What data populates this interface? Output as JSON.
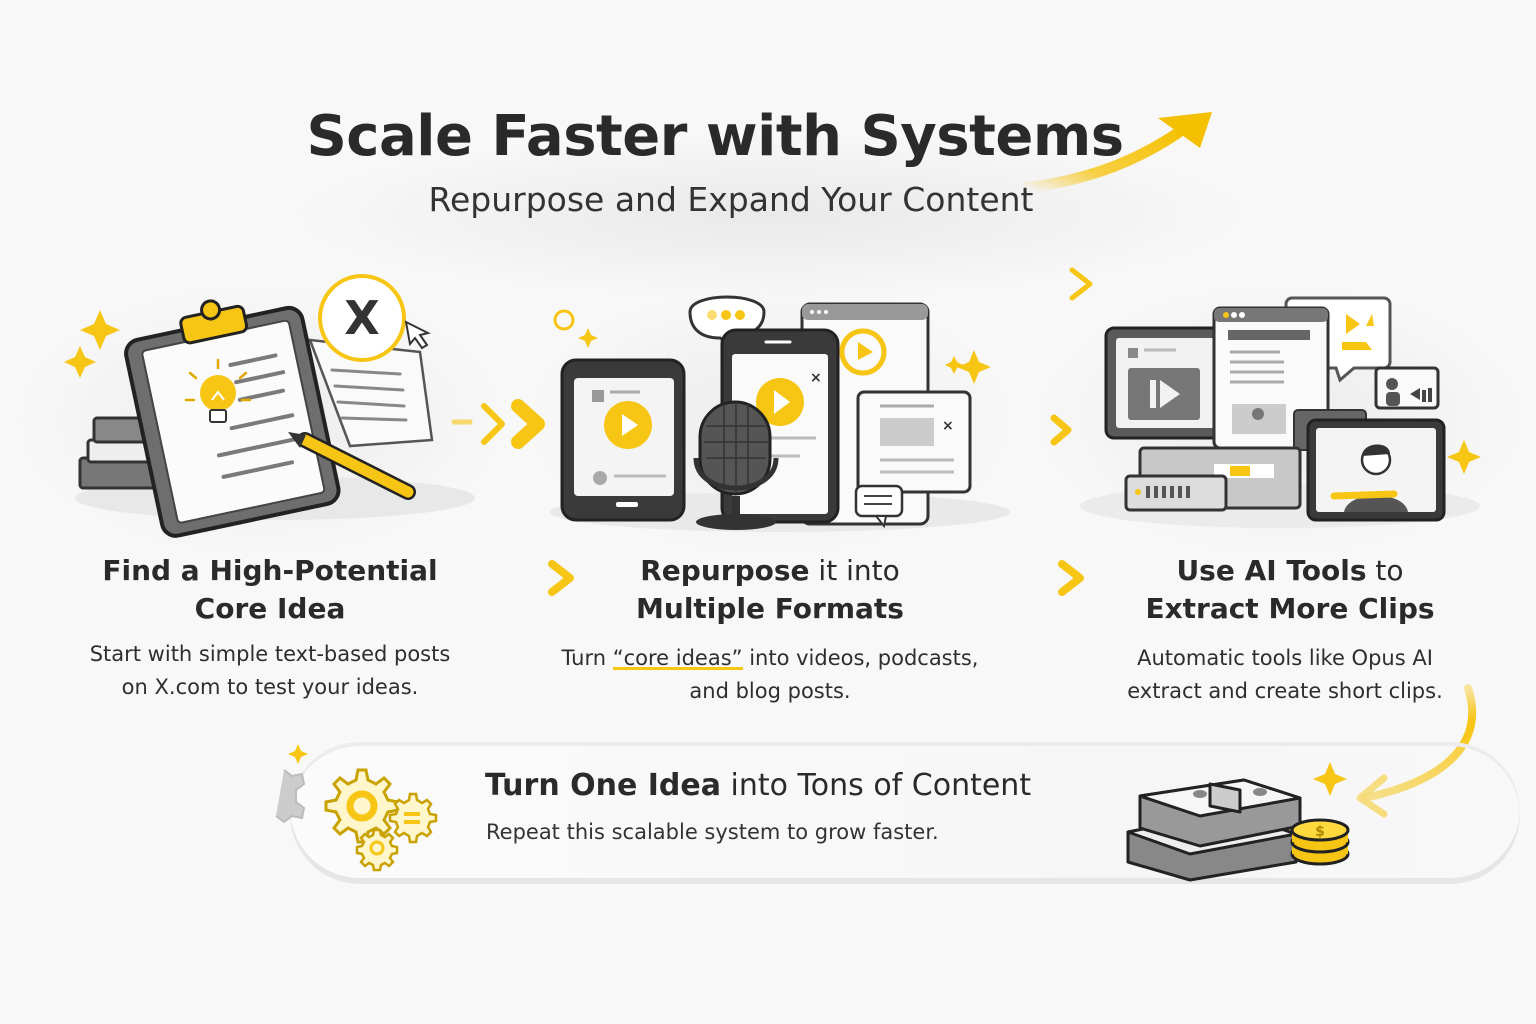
{
  "header": {
    "title": "Scale Faster with Systems",
    "subtitle": "Repurpose and Expand Your Content"
  },
  "colors": {
    "accent": "#f7c514",
    "ink": "#2a2a2a",
    "gray": "#9a9a9a",
    "background": "#f8f8f8"
  },
  "steps": [
    {
      "title_bold_1": "Find a High-Potential",
      "title_bold_2": "Core Idea",
      "desc_line_1": "Start with simple text-based posts",
      "desc_line_2": "on X.com to test your ideas.",
      "illustration": "clipboard-lightbulb-x-logo"
    },
    {
      "title_bold_1": "Repurpose",
      "title_regular_1": " it into",
      "title_bold_2": "Multiple Formats",
      "desc_prefix": "Turn ",
      "desc_highlight": "“core ideas”",
      "desc_suffix": " into videos, podcasts,",
      "desc_line_2": "and blog posts.",
      "illustration": "phones-microphone-monitor"
    },
    {
      "title_bold_1": "Use AI Tools",
      "title_regular_1": " to",
      "title_bold_2": "Extract More Clips",
      "desc_line_1": "Automatic tools like Opus AI",
      "desc_line_2": "extract and create short clips.",
      "illustration": "monitors-video-clips"
    }
  ],
  "banner": {
    "title_bold": "Turn One Idea",
    "title_regular": " into Tons of Content",
    "desc": "Repeat this scalable system to grow faster.",
    "left_icon": "gears-icon",
    "right_icon": "money-stack-icon"
  },
  "x_logo_letter": "X"
}
